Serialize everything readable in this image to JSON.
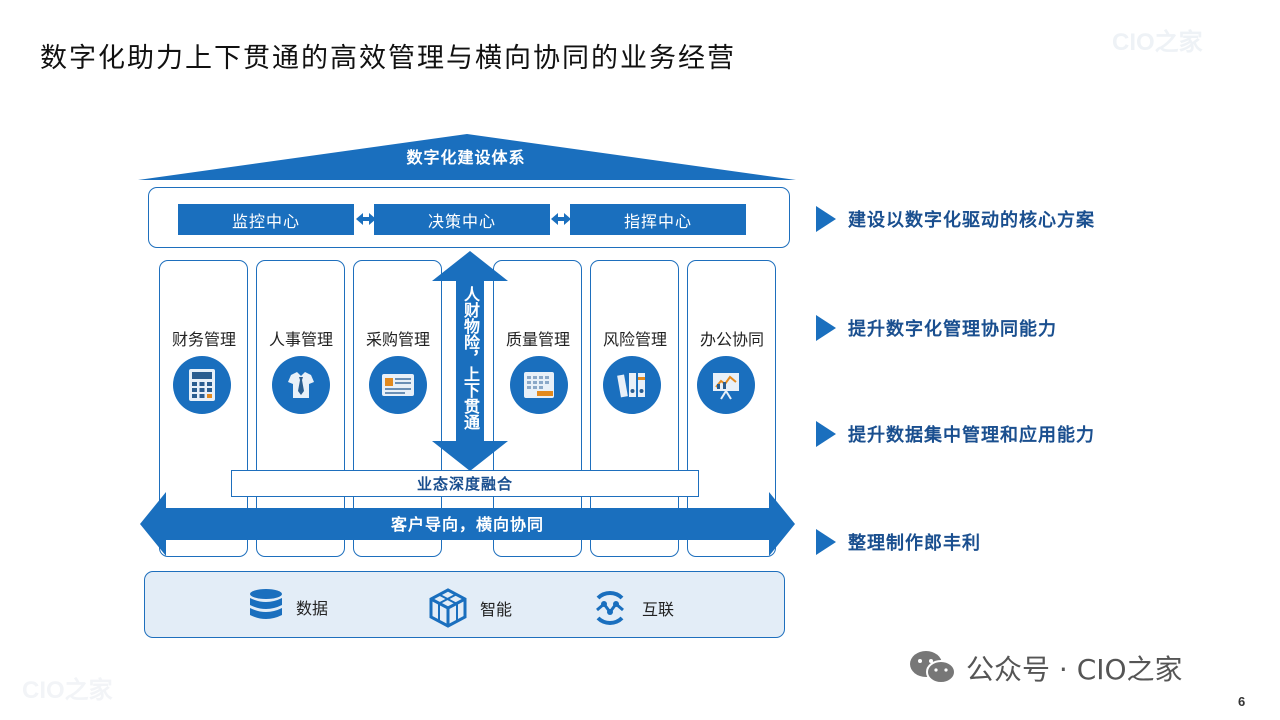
{
  "slide": {
    "title": "数字化助力上下贯通的高效管理与横向协同的业务经营",
    "page_number": "6",
    "watermark": "CIO之家"
  },
  "diagram": {
    "roof": "数字化建设体系",
    "centers": [
      "监控中心",
      "决策中心",
      "指挥中心"
    ],
    "pillars": [
      {
        "label": "财务管理",
        "icon": "calculator-icon"
      },
      {
        "label": "人事管理",
        "icon": "shirt-tie-icon"
      },
      {
        "label": "采购管理",
        "icon": "document-list-icon"
      },
      {
        "label": "质量管理",
        "icon": "calendar-grid-icon"
      },
      {
        "label": "风险管理",
        "icon": "binders-icon"
      },
      {
        "label": "办公协同",
        "icon": "presentation-board-icon"
      }
    ],
    "vertical_arrow": "人财物险，上下贯通",
    "fusion": "业态深度融合",
    "horizontal_arrow": "客户导向，横向协同",
    "foundation": [
      {
        "label": "数据",
        "icon": "database-icon"
      },
      {
        "label": "智能",
        "icon": "cube-network-icon"
      },
      {
        "label": "互联",
        "icon": "connect-icon"
      }
    ]
  },
  "benefits": [
    "建设以数字化驱动的核心方案",
    "提升数字化管理协同能力",
    "提升数据集中管理和应用能力",
    "整理制作郎丰利"
  ],
  "footer": {
    "wechat_label": "公众号 · CIO之家"
  },
  "colors": {
    "primary_blue": "#1a6fbe",
    "dark_text_blue": "#1a4f8f",
    "base_fill": "#e3edf7"
  }
}
